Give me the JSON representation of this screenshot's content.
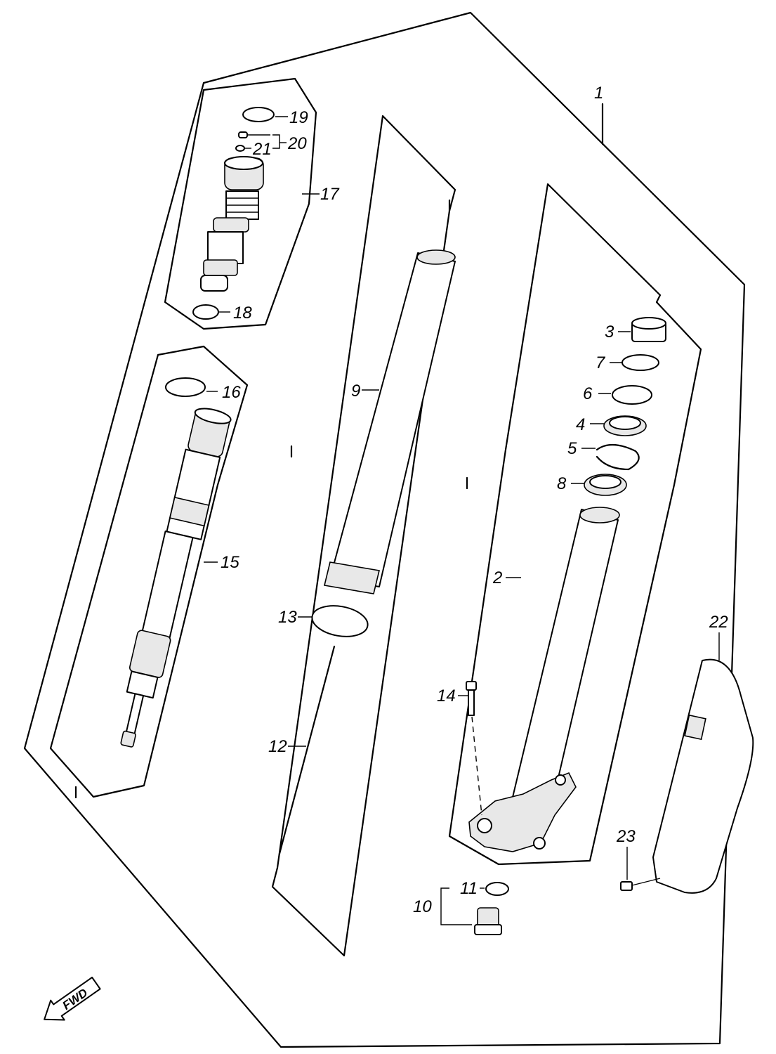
{
  "diagram": {
    "type": "exploded parts diagram",
    "callouts": [
      {
        "id": "p1",
        "text": "1"
      },
      {
        "id": "p2",
        "text": "2"
      },
      {
        "id": "p3",
        "text": "3"
      },
      {
        "id": "p4",
        "text": "4"
      },
      {
        "id": "p5",
        "text": "5"
      },
      {
        "id": "p6",
        "text": "6"
      },
      {
        "id": "p7",
        "text": "7"
      },
      {
        "id": "p8",
        "text": "8"
      },
      {
        "id": "p9",
        "text": "9"
      },
      {
        "id": "p10",
        "text": "10"
      },
      {
        "id": "p11",
        "text": "11"
      },
      {
        "id": "p12",
        "text": "12"
      },
      {
        "id": "p13",
        "text": "13"
      },
      {
        "id": "p14",
        "text": "14"
      },
      {
        "id": "p15",
        "text": "15"
      },
      {
        "id": "p16",
        "text": "16"
      },
      {
        "id": "p17",
        "text": "17"
      },
      {
        "id": "p18",
        "text": "18"
      },
      {
        "id": "p19",
        "text": "19"
      },
      {
        "id": "p20",
        "text": "20"
      },
      {
        "id": "p21",
        "text": "21"
      },
      {
        "id": "p22",
        "text": "22"
      },
      {
        "id": "p23",
        "text": "23"
      }
    ],
    "direction_marker": {
      "text": "FWD",
      "icon": "forward-arrow-icon"
    }
  }
}
